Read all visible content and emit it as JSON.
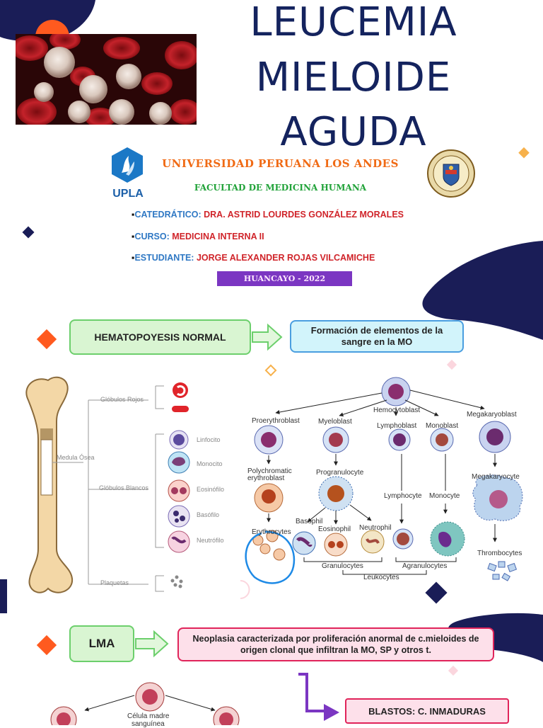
{
  "title": {
    "line1": "LEUCEMIA",
    "line2": "MIELOIDE",
    "line3": "AGUDA"
  },
  "university": {
    "name": "UNIVERSIDAD PERUANA LOS ANDES",
    "faculty": "FACULTAD DE MEDICINA HUMANA",
    "logo_text": "UPLA",
    "location_year": "HUANCAYO - 2022"
  },
  "info": [
    {
      "key": "CATEDRÁTICO:",
      "value": "DRA. ASTRID LOURDES GONZÁLEZ MORALES"
    },
    {
      "key": "CURSO:",
      "value": "MEDICINA INTERNA II"
    },
    {
      "key": "ESTUDIANTE:",
      "value": "JORGE ALEXANDER ROJAS VILCAMICHE"
    }
  ],
  "bullet": "▪",
  "flow1": {
    "label": "HEMATOPOYESIS NORMAL",
    "description": "Formación de elementos de la sangre en la MO"
  },
  "bone_diagram": {
    "marrow": "Medula Ósea",
    "red": "Glóbulos Rojos",
    "white": "Glóbulos Blancos",
    "platelets": "Plaquetas",
    "cells": [
      "Linfocito",
      "Monocito",
      "Eosinófilo",
      "Basófilo",
      "Neutrófilo"
    ]
  },
  "lineage": {
    "hemocytoblast": "Hemocytoblast",
    "proerythroblast": "Proerythroblast",
    "myeloblast": "Myeloblast",
    "lymphoblast": "Lymphoblast",
    "monoblast": "Monoblast",
    "megakaryoblast": "Megakaryoblast",
    "polychromatic_1": "Polychromatic",
    "polychromatic_2": "erythroblast",
    "progranulocyte": "Progranulocyte",
    "lymphocyte": "Lymphocyte",
    "monocyte": "Monocyte",
    "megakaryocyte": "Megakaryocyte",
    "erythrocytes": "Erythrocytes",
    "basophil": "Basophil",
    "eosinophil": "Eosinophil",
    "neutrophil": "Neutrophil",
    "thrombocytes": "Thrombocytes",
    "granulocytes": "Granulocytes",
    "agranulocytes": "Agranulocytes",
    "leukocytes": "Leukocytes"
  },
  "flow2": {
    "label": "LMA",
    "description": "Neoplasia caracterizada por proliferación anormal de c.mieloides de origen clonal que infiltran la MO, SP y otros t."
  },
  "bottom": {
    "stem_cell": "Célula madre",
    "stem_cell_2": "sanguínea",
    "blasts": "BLASTOS: C. INMADURAS"
  },
  "colors": {
    "navy": "#1a1d57",
    "title": "#14235e",
    "orange": "#ff5a1f",
    "green_box": "#d9f5d2",
    "blue_box": "#d2f4fb",
    "pink_box": "#fde0ea",
    "purple": "#7b36c2",
    "red_text": "#d0242a",
    "blue_text": "#2f78c4"
  }
}
